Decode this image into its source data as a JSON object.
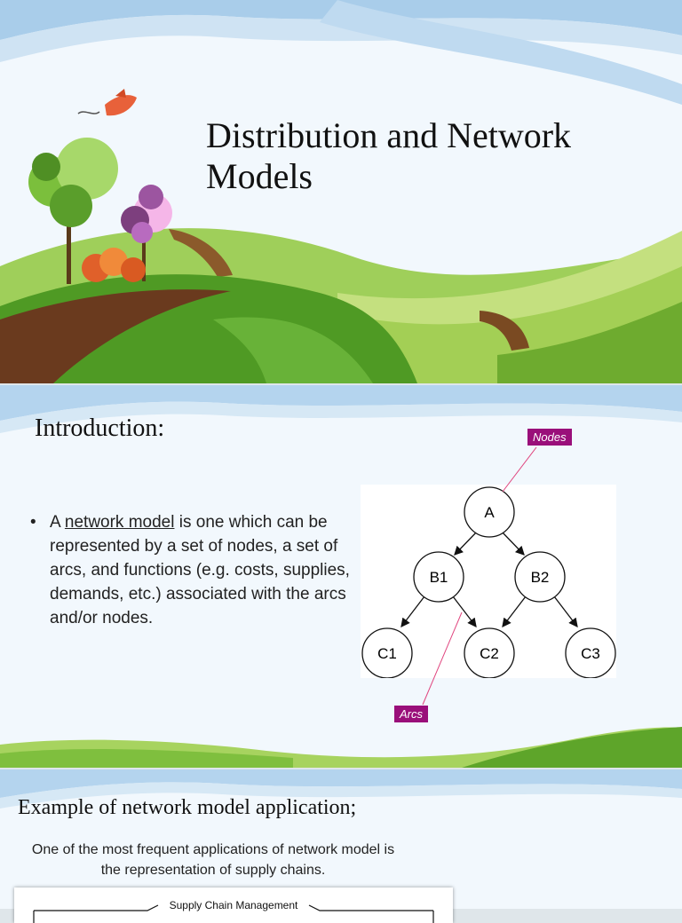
{
  "slide1": {
    "title_line1": "Distribution and Network",
    "title_line2": "Models"
  },
  "slide2": {
    "heading": "Introduction:",
    "bullet_prefix": "A ",
    "bullet_link": "network model",
    "bullet_rest": " is one which can be represented by a set of nodes, a set of arcs, and functions (e.g. costs, supplies, demands, etc.) associated with the arcs and/or nodes.",
    "diagram": {
      "nodes": [
        "A",
        "B1",
        "B2",
        "C1",
        "C2",
        "C3"
      ],
      "nodes_tag": "Nodes",
      "arcs_tag": "Arcs"
    }
  },
  "slide3": {
    "heading": "Example of network model application;",
    "paragraph": "One of the most frequent applications of network model is the representation of supply chains.",
    "figure_label": "Supply Chain Management"
  },
  "colors": {
    "tag": "#9a0f7a",
    "grass": "#5ca02a",
    "sky": "#bcd8ef"
  }
}
